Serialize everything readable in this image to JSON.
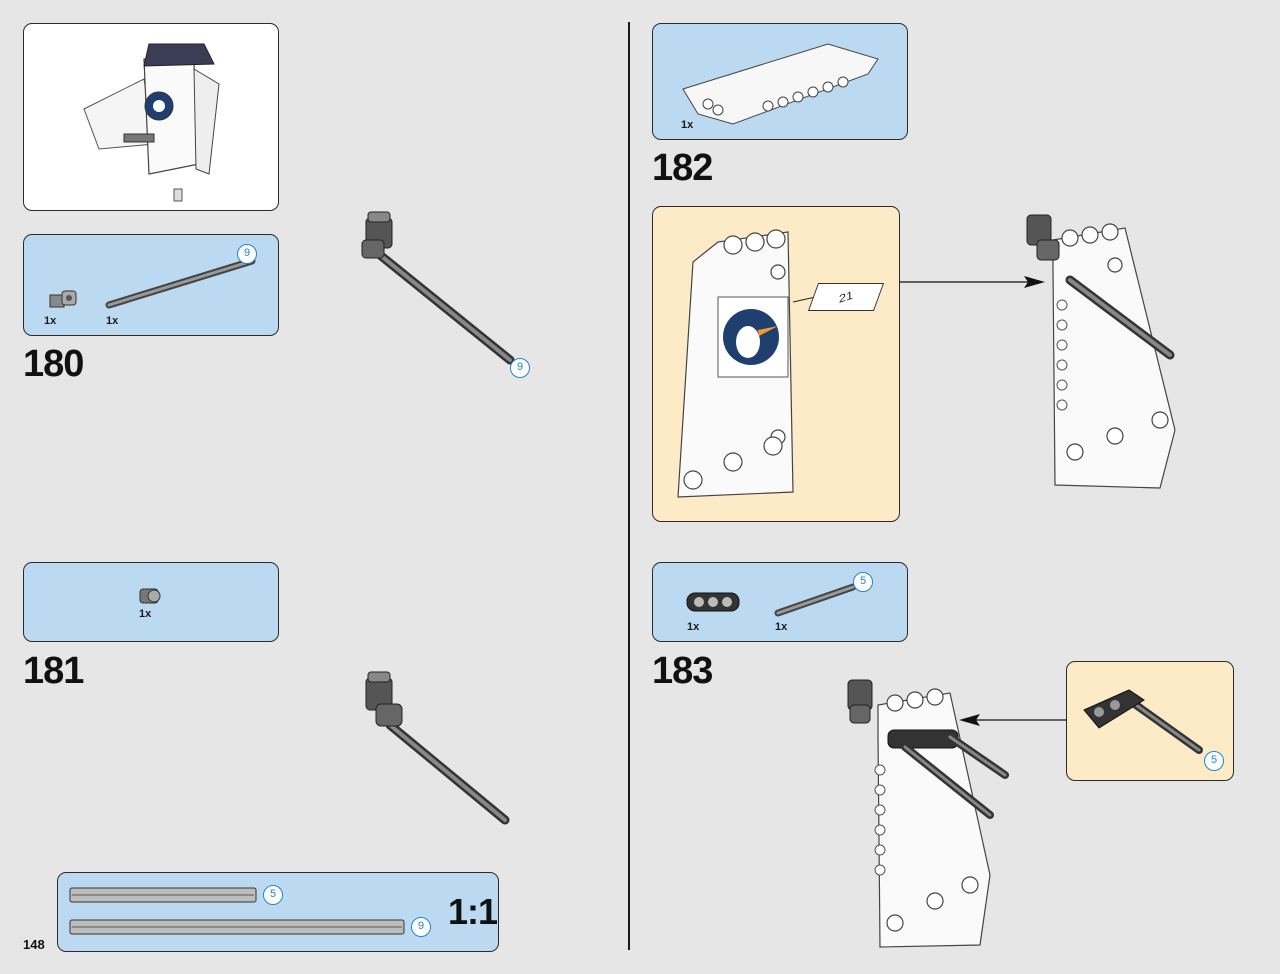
{
  "page": {
    "number": "148"
  },
  "steps": [
    {
      "number": "180",
      "parts": [
        {
          "name": "axle-connector",
          "qty": "1x"
        },
        {
          "name": "axle",
          "qty": "1x",
          "length": "9"
        }
      ],
      "callout_length": "9"
    },
    {
      "number": "181",
      "parts": [
        {
          "name": "bush",
          "qty": "1x"
        }
      ]
    },
    {
      "number": "182",
      "parts": [
        {
          "name": "beam-panel",
          "qty": "1x"
        }
      ],
      "sticker": "21"
    },
    {
      "number": "183",
      "parts": [
        {
          "name": "cross-block",
          "qty": "1x"
        },
        {
          "name": "axle",
          "qty": "1x",
          "length": "5"
        }
      ],
      "callout_length": "5"
    }
  ],
  "scale_reference": {
    "label": "1:1",
    "axles": [
      {
        "length": "5"
      },
      {
        "length": "9"
      }
    ]
  },
  "colors": {
    "panel_blue": "#bcd9f2",
    "panel_cream": "#fdebc8",
    "background": "#e6e6e6",
    "length_badge": "#1e88c8"
  }
}
